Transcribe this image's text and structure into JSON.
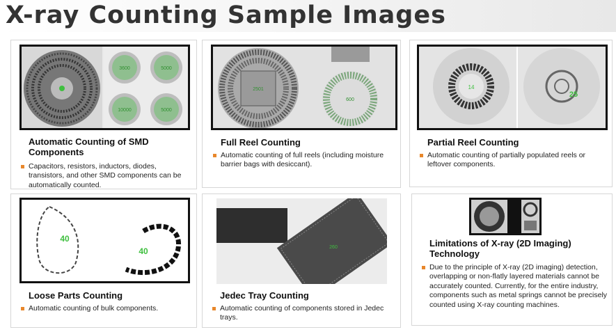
{
  "page": {
    "title": "X-ray Counting Sample Images"
  },
  "cards": [
    {
      "title": "Automatic Counting of SMD Components",
      "text": "Capacitors, resistors, inductors, diodes, transistors, and other SMD components can be automatically counted.",
      "image_labels": [
        "3600",
        "5000",
        "10000",
        "5000"
      ]
    },
    {
      "title": "Full Reel Counting",
      "text": "Automatic counting of full reels (including moisture barrier bags with desiccant).",
      "image_labels": [
        "2501",
        "600"
      ]
    },
    {
      "title": "Partial Reel Counting",
      "text": "Automatic counting of partially populated reels or leftover components.",
      "image_labels": [
        "14",
        "25"
      ]
    },
    {
      "title": "Loose Parts Counting",
      "text": "Automatic counting of bulk components.",
      "image_labels": [
        "40",
        "40"
      ]
    },
    {
      "title": "Jedec Tray Counting",
      "text": "Automatic counting of components stored in Jedec trays.",
      "image_labels": [
        "260"
      ]
    },
    {
      "title": "Limitations of X-ray (2D Imaging) Technology",
      "text": "Due to the principle of X-ray (2D imaging) detection, overlapping or non-flatly layered materials cannot be accurately counted. Currently, for the entire industry, components such as metal springs cannot be precisely counted using X-ray counting machines.",
      "image_labels": []
    }
  ],
  "colors": {
    "accent": "#e8872b",
    "count_label": "#3fbf3f"
  }
}
